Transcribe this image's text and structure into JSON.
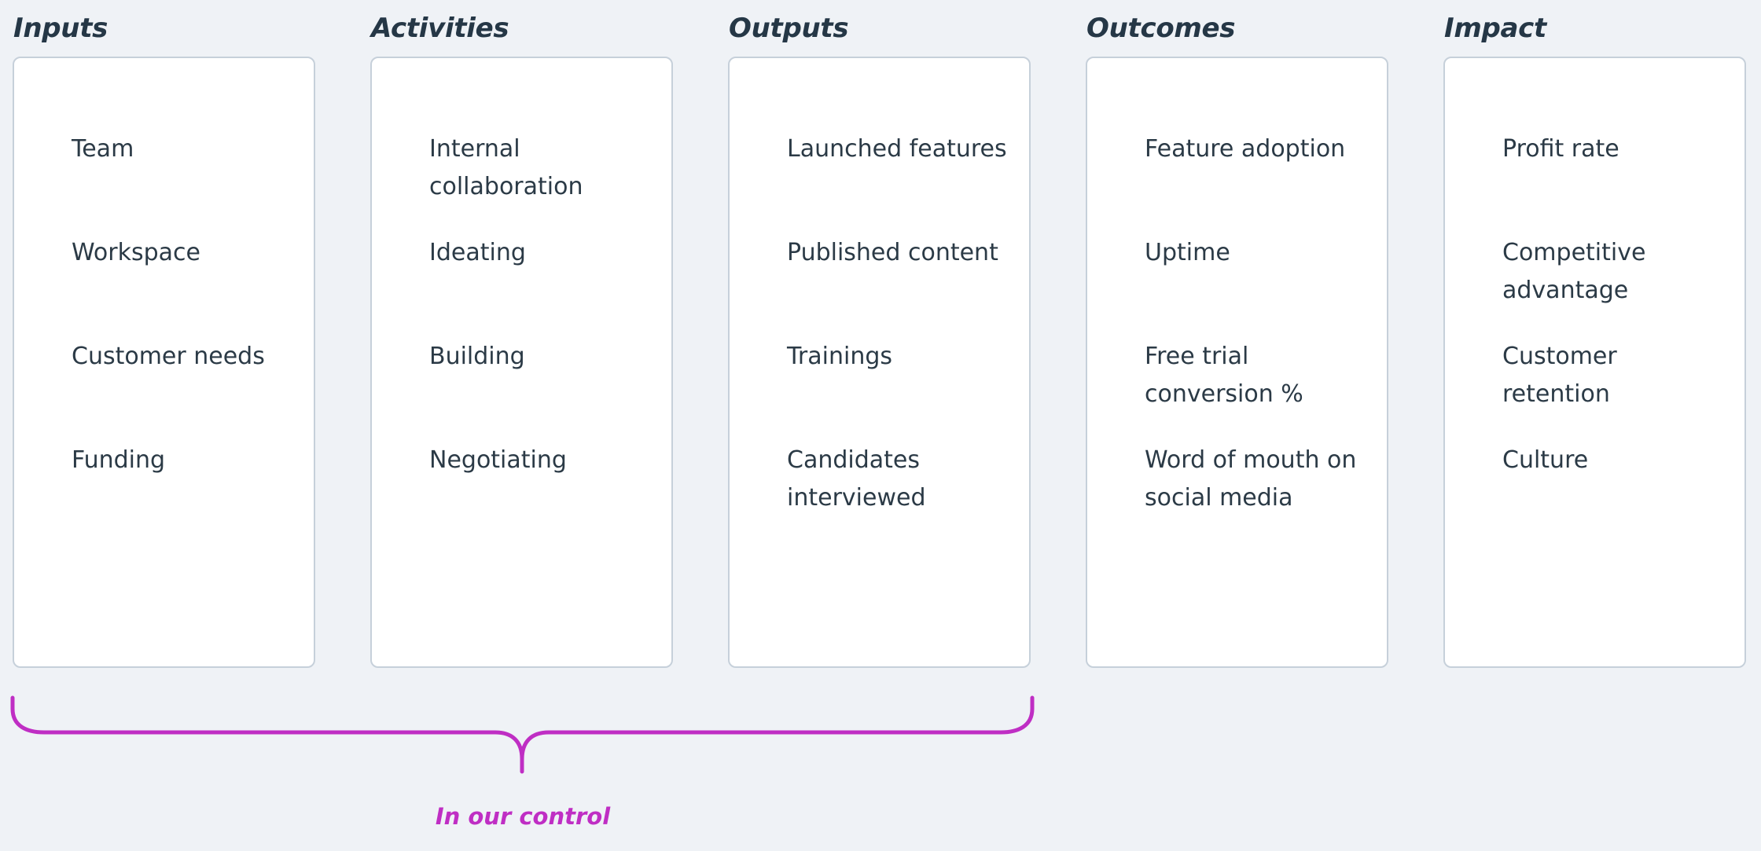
{
  "theme": {
    "background": "#eff2f6",
    "card_background": "#ffffff",
    "card_border": "#c6d0da",
    "heading_color": "#253746",
    "item_text_color": "#2b3a46",
    "brace_color": "#bf2ec4"
  },
  "columns": [
    {
      "heading": "Inputs",
      "items": [
        "Team",
        "Workspace",
        "Customer needs",
        "Funding"
      ]
    },
    {
      "heading": "Activities",
      "items": [
        "Internal collaboration",
        "Ideating",
        "Building",
        "Negotiating"
      ]
    },
    {
      "heading": "Outputs",
      "items": [
        "Launched features",
        "Published content",
        "Trainings",
        "Candidates interviewed"
      ]
    },
    {
      "heading": "Outcomes",
      "items": [
        "Feature adoption",
        "Uptime",
        "Free trial conversion %",
        "Word of mouth on social media"
      ]
    },
    {
      "heading": "Impact",
      "items": [
        "Profit rate",
        "Competitive advantage",
        "Customer retention",
        "Culture"
      ]
    }
  ],
  "annotation": {
    "brace_label": "In our control",
    "brace_spans_columns": [
      "Inputs",
      "Activities",
      "Outputs"
    ]
  }
}
